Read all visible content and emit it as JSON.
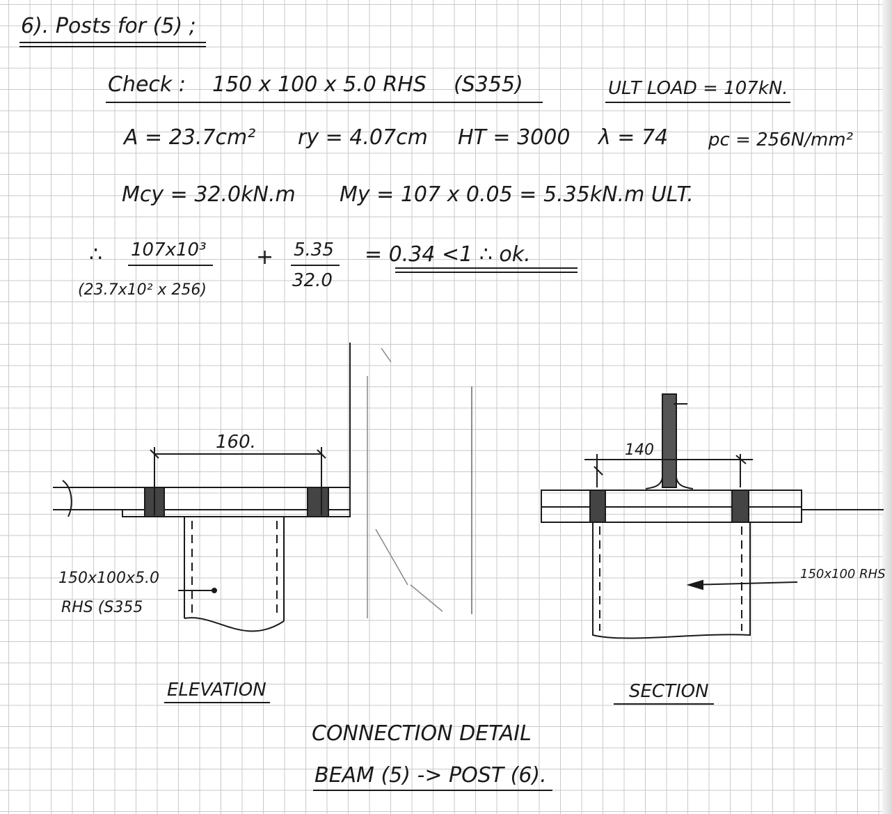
{
  "heading": "6). Posts for (5) ;",
  "check_line": {
    "label": "Check :",
    "section": "150 x 100 x 5.0 RHS",
    "grade": "(S355)",
    "ult_load": "ULT LOAD = 107kN."
  },
  "properties": {
    "area": "A = 23.7cm²",
    "radius": "ry = 4.07cm",
    "height": "HT = 3000",
    "slenderness": "λ = 74",
    "pc": "pc = 256N/mm²"
  },
  "moments": {
    "mcy": "Mcy = 32.0kN.m",
    "my": "My = 107 x 0.05 = 5.35kN.m ULT."
  },
  "interaction": {
    "therefore": "∴",
    "frac1_num": "107x10³",
    "frac1_den": "(23.7x10² x 256)",
    "plus": "+",
    "frac2_num": "5.35",
    "frac2_den": "32.0",
    "result": "= 0.34 <1 ∴ ok."
  },
  "elevation": {
    "dimension": "160.",
    "post_label_1": "150x100x5.0",
    "post_label_2": "RHS (S355",
    "caption": "ELEVATION"
  },
  "section": {
    "dimension": "140",
    "post_label": "150x100 RHS",
    "caption": "SECTION"
  },
  "footer": {
    "line1": "CONNECTION DETAIL",
    "line2": "BEAM (5) -> POST (6)."
  }
}
